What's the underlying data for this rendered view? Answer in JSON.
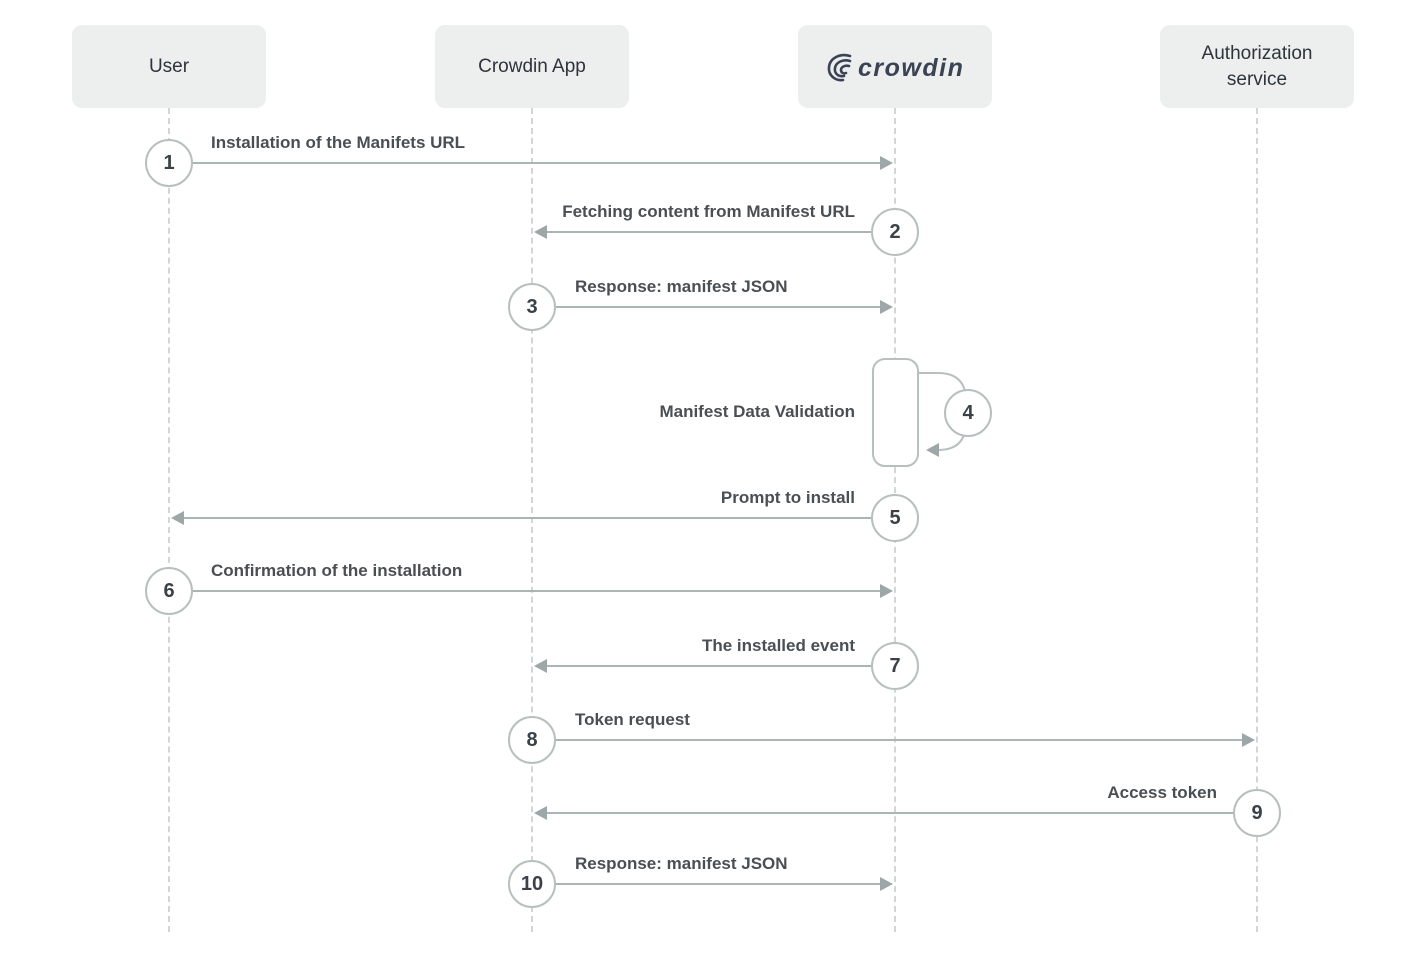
{
  "diagram": {
    "type": "sequence",
    "actors": [
      {
        "id": "user",
        "label": "User"
      },
      {
        "id": "crowdin-app",
        "label": "Crowdin App"
      },
      {
        "id": "crowdin",
        "label": "Crowdin",
        "logo_text": "crowdin"
      },
      {
        "id": "authorization-service",
        "label": "Authorization service"
      }
    ],
    "messages": [
      {
        "step": "1",
        "label": "Installation of the Manifets URL",
        "from": "User",
        "to": "Crowdin"
      },
      {
        "step": "2",
        "label": "Fetching content from Manifest URL",
        "from": "Crowdin",
        "to": "Crowdin App"
      },
      {
        "step": "3",
        "label": "Response: manifest JSON",
        "from": "Crowdin App",
        "to": "Crowdin"
      },
      {
        "step": "4",
        "label": "Manifest Data Validation",
        "from": "Crowdin",
        "to": "Crowdin",
        "self_call": true
      },
      {
        "step": "5",
        "label": "Prompt to install",
        "from": "Crowdin",
        "to": "User"
      },
      {
        "step": "6",
        "label": "Confirmation of the installation",
        "from": "User",
        "to": "Crowdin"
      },
      {
        "step": "7",
        "label": "The installed event",
        "from": "Crowdin",
        "to": "Crowdin App"
      },
      {
        "step": "8",
        "label": "Token request",
        "from": "Crowdin App",
        "to": "Authorization service"
      },
      {
        "step": "9",
        "label": "Access token",
        "from": "Authorization service",
        "to": "Crowdin App"
      },
      {
        "step": "10",
        "label": "Response: manifest JSON",
        "from": "Crowdin App",
        "to": "Crowdin"
      }
    ],
    "colors": {
      "actor_box_bg": "#edefef",
      "actor_text": "#2e343b",
      "lifeline": "#d2d6d6",
      "arrow": "#abb5b3",
      "arrowhead": "#9da7a7",
      "circle_border": "#b7bfbf",
      "label_text": "#4a4f53",
      "logo": "#3b4254"
    }
  }
}
